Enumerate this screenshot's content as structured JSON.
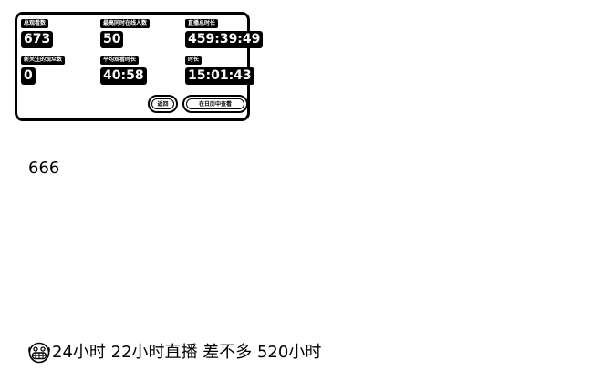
{
  "stats_card": {
    "row1": [
      {
        "label": "总观看数",
        "value": "673"
      },
      {
        "label": "最高同时在线人数",
        "value": "50"
      },
      {
        "label": "直播总时长",
        "value": "459:39:49"
      }
    ],
    "row2": [
      {
        "label": "新关注的观众数",
        "value": "0"
      },
      {
        "label": "平均观看时长",
        "value": "40:58"
      },
      {
        "label": "时长",
        "value": "15:01:43"
      }
    ],
    "buttons": {
      "back_label": "返回",
      "calendar_label": "在日历中查看"
    }
  },
  "post": {
    "comment": "666",
    "caption_emoji": "grinning-face-icon",
    "caption": "24小时 22小时直播 差不多 520小时"
  }
}
